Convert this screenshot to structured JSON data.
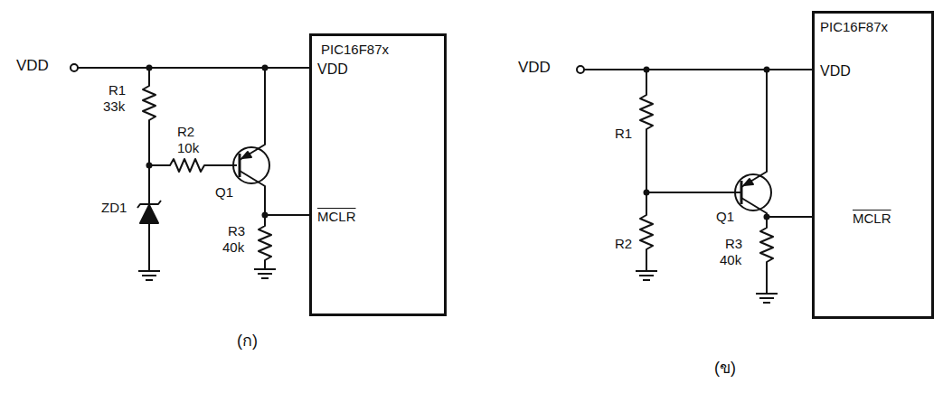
{
  "diagram": {
    "nodes": [
      {
        "text": [
          "PIC16F87x",
          "VDD",
          "MCLR"
        ]
      },
      {
        "text": [
          "PIC16F87x",
          "VDD",
          "MCLR"
        ]
      }
    ],
    "labels": [
      "VDD",
      "R1",
      "33k",
      "R2",
      "10k",
      "Q1",
      "ZD1",
      "R3",
      "40k",
      "(ก)",
      "VDD",
      "R1",
      "R2",
      "Q1",
      "R3",
      "40k",
      "(ข)"
    ]
  }
}
